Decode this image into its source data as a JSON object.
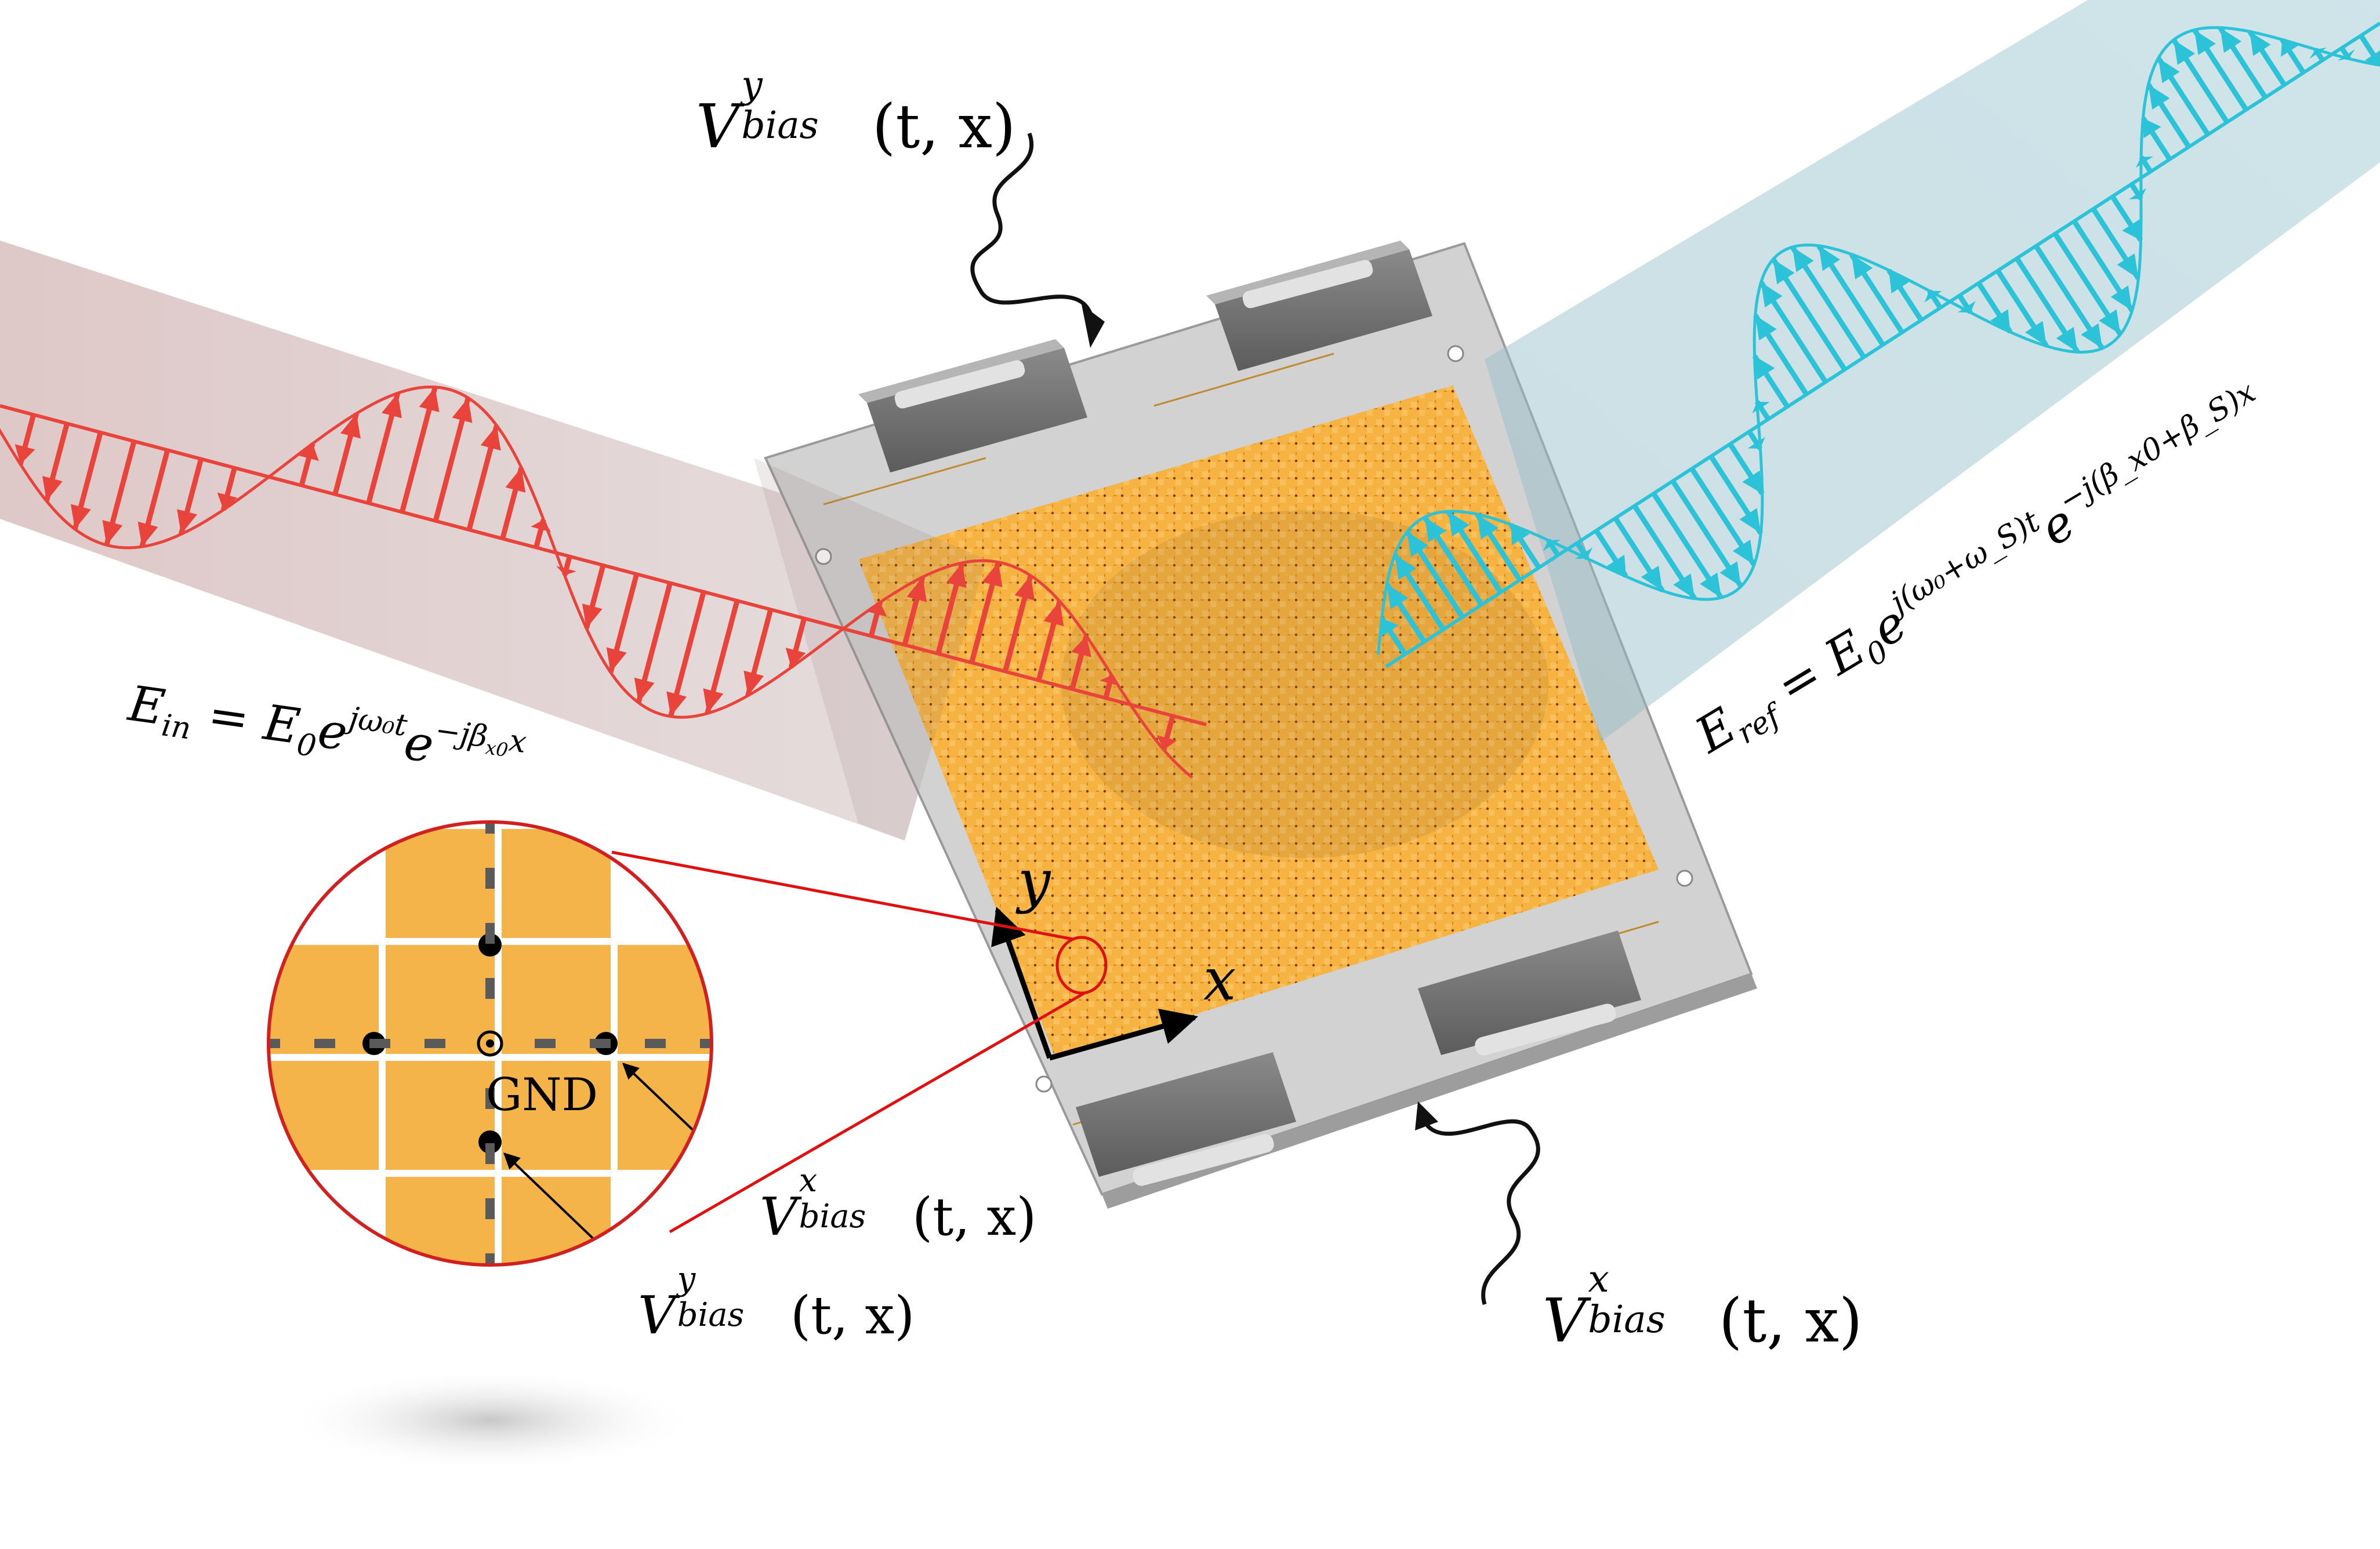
{
  "labels": {
    "e_in": {
      "sym": "E",
      "sub": "in",
      "rhs_a": " = E",
      "rhs_sub": "0",
      "rhs_e": "e",
      "rhs_sup": "jω₀t",
      "rhs_e2": "e",
      "rhs_sup2": "−jβ",
      "rhs_sup2_sub": "x0",
      "rhs_sup2_tail": "x"
    },
    "e_ref": {
      "sym": "E",
      "sub": "ref",
      "rhs_a": " = E",
      "rhs_sub": "0",
      "rhs_e": "e",
      "rhs_sup": "j(ω₀+ω_S)t",
      "rhs_e2": "e",
      "rhs_sup2": "−j(β_x0+β_S)x"
    },
    "vbias_y_top": {
      "v": "V",
      "sup": "y",
      "sub": "bias",
      "args": "(t, x)"
    },
    "vbias_x_bottom": {
      "v": "V",
      "sup": "x",
      "sub": "bias",
      "args": "(t, x)"
    },
    "vbias_x_inset": {
      "v": "V",
      "sup": "x",
      "sub": "bias",
      "args": "(t, x)"
    },
    "vbias_y_inset": {
      "v": "V",
      "sup": "y",
      "sub": "bias",
      "args": "(t, x)"
    },
    "gnd": "GND",
    "axis_x": "x",
    "axis_y": "y"
  },
  "colors": {
    "incident_wave": "#e8443c",
    "incident_beam": "#c9a3a3",
    "reflected_wave": "#2cc3d8",
    "reflected_beam": "#a8cfd8",
    "board": "#c9c9c9",
    "metasurface": "#f5b44a",
    "zoom_outline": "#e01010"
  }
}
